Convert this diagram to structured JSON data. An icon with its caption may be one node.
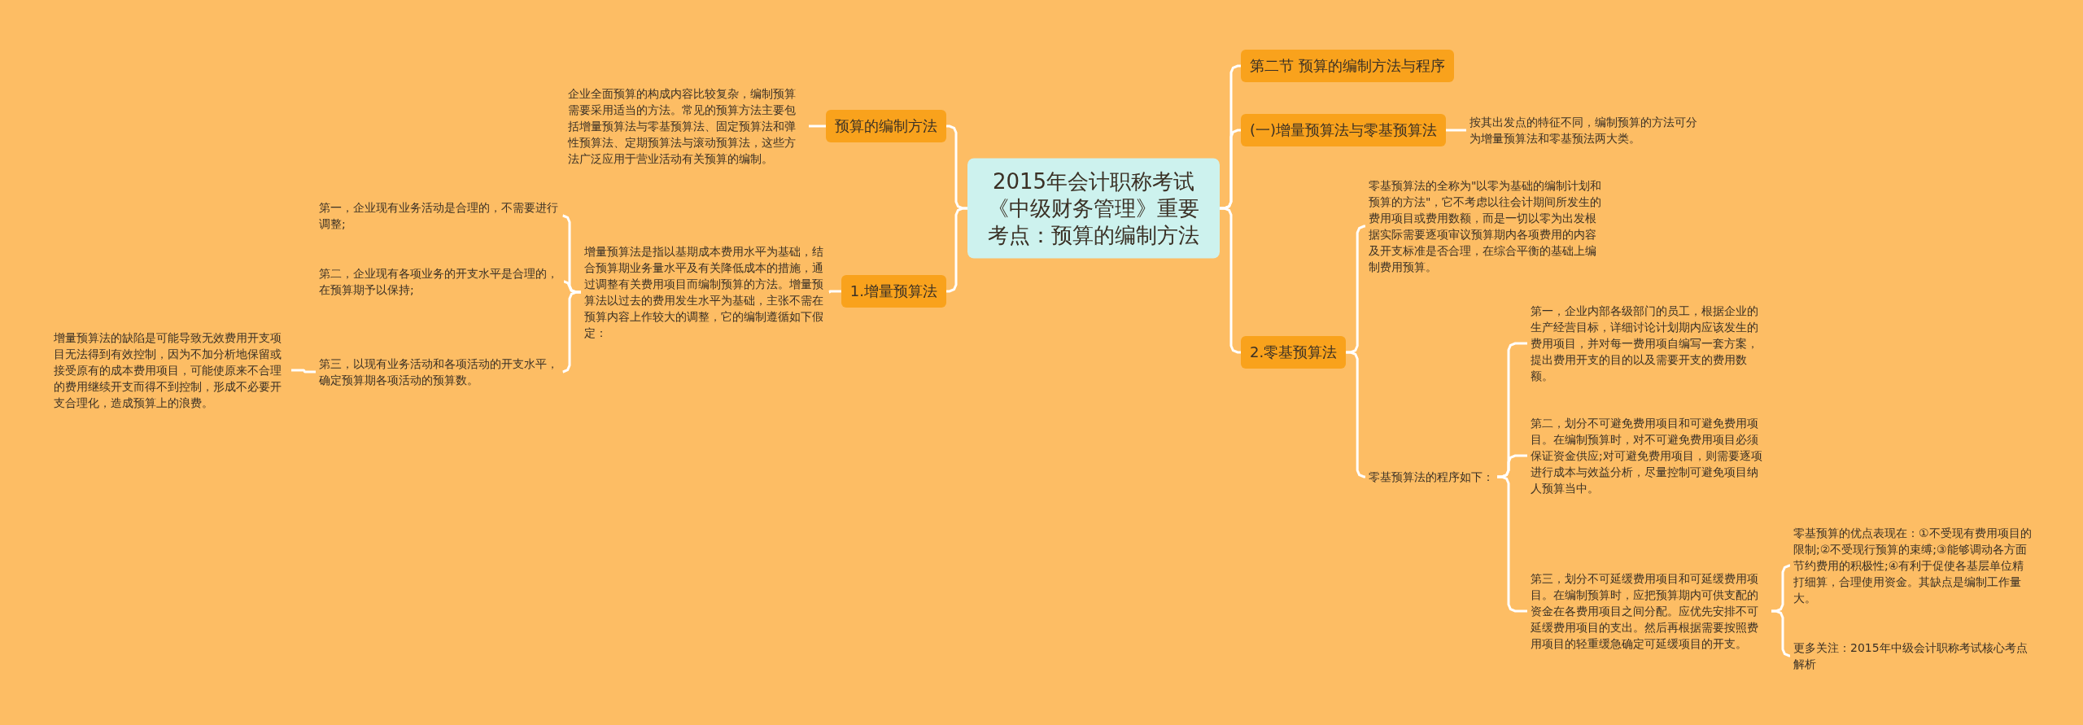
{
  "diagram": {
    "nodes": [
      {
        "text": [
          "2015年会计职称考试《中级财务管理》重要考点：预算的编制方法"
        ]
      },
      {
        "text": [
          "预算的编制方法"
        ]
      },
      {
        "text": [
          "企业全面预算的构成内容比较复杂，编制预算需要采用适当的方法。常见的预算方法主要包括增量预算法与零基预算法、固定预算法和弹性预算法、定期预算法与滚动预算法，这些方法广泛应用于营业活动有关预算的编制。"
        ]
      },
      {
        "text": [
          "1.增量预算法"
        ]
      },
      {
        "text": [
          "增量预算法是指以基期成本费用水平为基础，结合预算期业务量水平及有关降低成本的措施，通过调整有关费用项目而编制预算的方法。增量预算法以过去的费用发生水平为基础，主张不需在预算内容上作较大的调整，它的编制遵循如下假定："
        ]
      },
      {
        "text": [
          "第一，企业现有业务活动是合理的，不需要进行调整;"
        ]
      },
      {
        "text": [
          "第二，企业现有各项业务的开支水平是合理的，在预算期予以保持;"
        ]
      },
      {
        "text": [
          "第三，以现有业务活动和各项活动的开支水平，确定预算期各项活动的预算数。"
        ]
      },
      {
        "text": [
          "增量预算法的缺陷是可能导致无效费用开支项目无法得到有效控制，因为不加分析地保留或接受原有的成本费用项目，可能使原来不合理的费用继续开支而得不到控制，形成不必要开支合理化，造成预算上的浪费。"
        ]
      },
      {
        "text": [
          "第二节 预算的编制方法与程序"
        ]
      },
      {
        "text": [
          "(一)增量预算法与零基预算法"
        ]
      },
      {
        "text": [
          "按其出发点的特征不同，编制预算的方法可分为增量预算法和零基预法两大类。"
        ]
      },
      {
        "text": [
          "2.零基预算法"
        ]
      },
      {
        "text": [
          "零基预算法的全称为\"以零为基础的编制计划和预算的方法\"，它不考虑以往会计期间所发生的费用项目或费用数额，而是一切以零为出发根据实际需要逐项审议预算期内各项费用的内容及开支标准是否合理，在综合平衡的基础上编制费用预算。"
        ]
      },
      {
        "text": [
          "零基预算法的程序如下："
        ]
      },
      {
        "text": [
          "第一，企业内部各级部门的员工，根据企业的生产经营目标，详细讨论计划期内应该发生的费用项目，并对每一费用项自编写一套方案，提出费用开支的目的以及需要开支的费用数额。"
        ]
      },
      {
        "text": [
          "第二，划分不可避免费用项目和可避免费用项目。在编制预算时，对不可避免费用项目必须保证资金供应;对可避免费用项目，则需要逐项进行成本与效益分析，尽量控制可避免项目纳人预算当中。"
        ]
      },
      {
        "text": [
          "第三，划分不可延缓费用项目和可延缓费用项目。在编制预算时，应把预算期内可供支配的资金在各费用项目之间分配。应优先安排不可延缓费用项目的支出。然后再根据需要按照费用项目的轻重缓急确定可延缓项目的开支。"
        ]
      },
      {
        "text": [
          "零基预算的优点表现在：①不受现有费用项目的限制;②不受现行预算的束缚;③能够调动各方面节约费用的积极性;④有利于促使各基层单位精打细算，合理使用资金。其缺点是编制工作量大。"
        ]
      },
      {
        "text": [
          "更多关注：2015年中级会计职称考试核心考点解析"
        ]
      }
    ],
    "edges": [
      {
        "from": 0,
        "to": 1,
        "arrow": "none"
      },
      {
        "from": 0,
        "to": 3,
        "arrow": "none"
      },
      {
        "from": 1,
        "to": 2,
        "arrow": "none"
      },
      {
        "from": 3,
        "to": 4,
        "arrow": "none"
      },
      {
        "from": 4,
        "to": 5,
        "arrow": "none"
      },
      {
        "from": 4,
        "to": 6,
        "arrow": "none"
      },
      {
        "from": 4,
        "to": 7,
        "arrow": "none"
      },
      {
        "from": 7,
        "to": 8,
        "arrow": "none"
      },
      {
        "from": 0,
        "to": 9,
        "arrow": "none"
      },
      {
        "from": 0,
        "to": 10,
        "arrow": "none"
      },
      {
        "from": 0,
        "to": 12,
        "arrow": "none"
      },
      {
        "from": 10,
        "to": 11,
        "arrow": "none"
      },
      {
        "from": 12,
        "to": 13,
        "arrow": "none"
      },
      {
        "from": 12,
        "to": 14,
        "arrow": "none"
      },
      {
        "from": 14,
        "to": 15,
        "arrow": "none"
      },
      {
        "from": 14,
        "to": 16,
        "arrow": "none"
      },
      {
        "from": 14,
        "to": 17,
        "arrow": "none"
      },
      {
        "from": 17,
        "to": 18,
        "arrow": "none"
      },
      {
        "from": 17,
        "to": 19,
        "arrow": "none"
      }
    ]
  }
}
